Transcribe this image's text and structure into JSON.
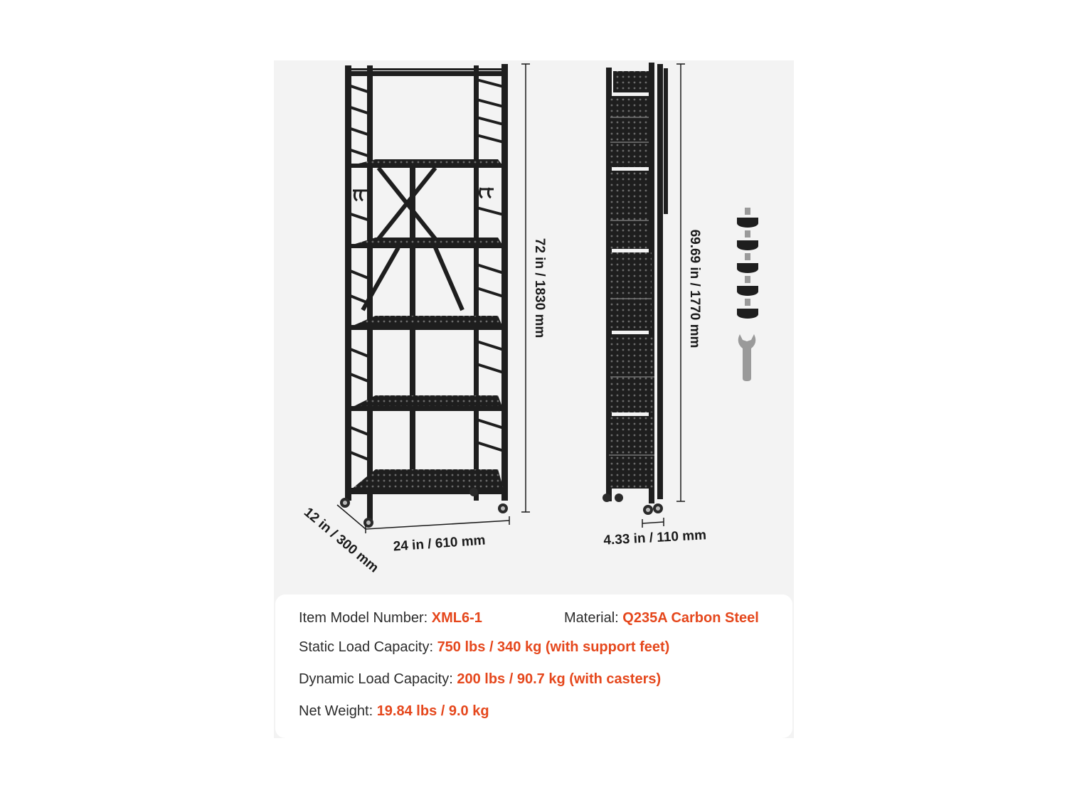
{
  "dimensions": {
    "assembled_height": "72 in / 1830 mm",
    "assembled_width": "24 in / 610 mm",
    "assembled_depth": "12 in / 300 mm",
    "folded_height": "69.69 in / 1770 mm",
    "folded_thickness": "4.33 in / 110 mm"
  },
  "specs": {
    "model_label": "Item Model Number:",
    "model_value": "XML6-1",
    "material_label": "Material:",
    "material_value": "Q235A Carbon Steel",
    "static_label": "Static Load Capacity:",
    "static_value": "750 lbs / 340 kg (with support feet)",
    "dynamic_label": "Dynamic Load Capacity:",
    "dynamic_value": "200 lbs / 90.7 kg (with casters)",
    "weight_label": "Net Weight:",
    "weight_value": "19.84 lbs / 9.0 kg"
  },
  "colors": {
    "accent": "#e5471c",
    "panel": "#f3f3f3",
    "steel": "#1e1e1e"
  },
  "accessories": {
    "support_feet_count": 5,
    "wrench_count": 1
  }
}
